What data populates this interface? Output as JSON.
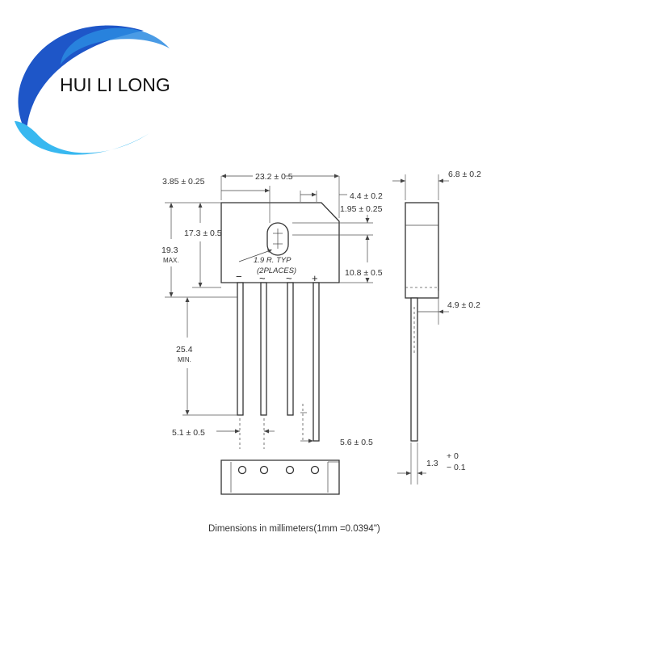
{
  "brand": {
    "name": "HUI LI LONG",
    "colors": {
      "arc_dark": "#1e56c8",
      "arc_light": "#38b8f0"
    }
  },
  "dimensions": {
    "top_offset": "3.85 ± 0.25",
    "body_width": "23.2 ± 0.5",
    "corner_cut": "4.4 ± 0.2",
    "hole_offset": "1.95 ± 0.25",
    "hole_height": "17.3 ± 0.5",
    "body_height_max_value": "19.3",
    "body_height_max_note": "MAX.",
    "hole_note_line1": "1.9 R. TYP",
    "hole_note_line2": "(2PLACES)",
    "mid_height": "10.8 ± 0.5",
    "lead_length_value": "25.4",
    "lead_length_note": "MIN.",
    "pin_pitch": "5.1 ± 0.5",
    "pin_end_spacing": "5.6 ± 0.5",
    "side_thickness": "6.8 ± 0.2",
    "side_lead_offset": "4.9 ± 0.2",
    "lead_thickness_value": "1.3",
    "lead_thickness_plus": "+ 0",
    "lead_thickness_minus": "− 0.1"
  },
  "pins": {
    "labels": [
      "−",
      "~",
      "~",
      "+"
    ]
  },
  "caption": "Dimensions in millimeters(1mm =0.0394\")"
}
